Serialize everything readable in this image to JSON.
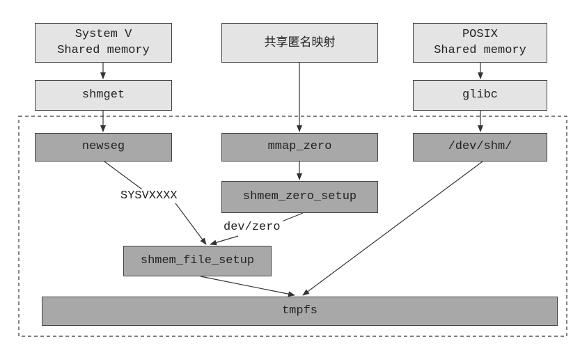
{
  "boxes": {
    "sysv": "System V\nShared memory",
    "anon": "共享匿名映射",
    "posix": "POSIX\nShared memory",
    "shmget": "shmget",
    "glibc": "glibc",
    "newseg": "newseg",
    "mmap_zero": "mmap_zero",
    "devshm": "/dev/shm/",
    "shmem_zero_setup": "shmem_zero_setup",
    "shmem_file_setup": "shmem_file_setup",
    "tmpfs": "tmpfs"
  },
  "labels": {
    "sysvxxxx": "SYSVXXXX",
    "devzero": "dev/zero"
  },
  "colors": {
    "light_box": "#e4e4e4",
    "dark_box": "#a8a8a8",
    "line": "#333333"
  }
}
